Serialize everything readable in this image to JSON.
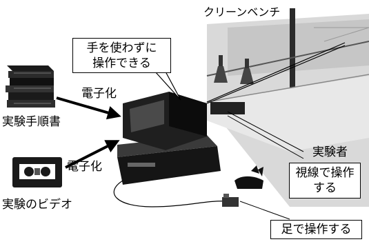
{
  "labels": {
    "clean_bench": "クリーンベンチ",
    "callout_hands_free_line1": "手を使わずに",
    "callout_hands_free_line2": "操作できる",
    "digitize_top": "電子化",
    "digitize_bottom": "電子化",
    "manual": "実験手順書",
    "video": "実験のビデオ",
    "experimenter": "実験者",
    "gaze_line1": "視線で操作",
    "gaze_line2": "する",
    "foot": "足で操作する"
  }
}
